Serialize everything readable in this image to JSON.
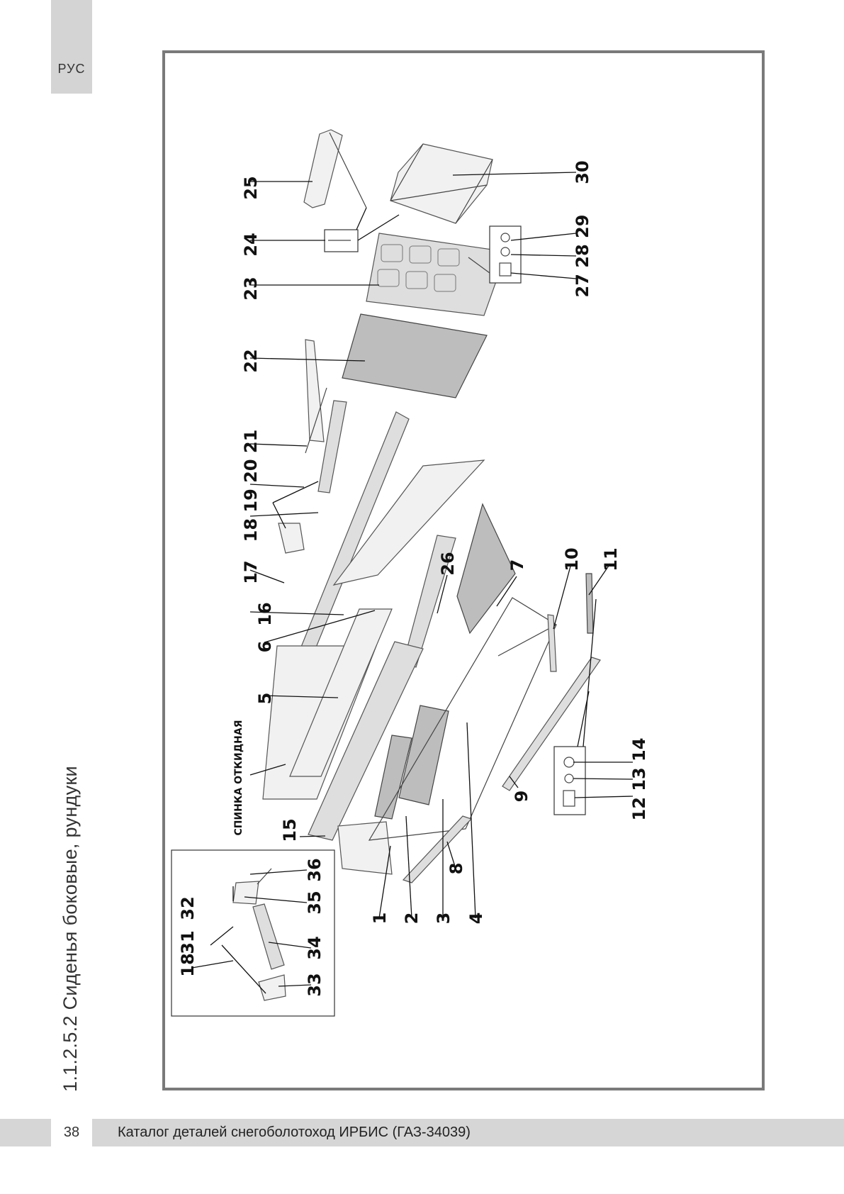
{
  "header": {
    "lang": "РУС"
  },
  "section": {
    "title": "1.1.2.5.2 Сиденья боковые, рундуки"
  },
  "diagram": {
    "caption": "СПИНКА ОТКИДНАЯ",
    "callouts": {
      "c1": "1",
      "c2": "2",
      "c3": "3",
      "c4": "4",
      "c5": "5",
      "c6": "6",
      "c7": "7",
      "c8": "8",
      "c9": "9",
      "c10": "10",
      "c11": "11",
      "c12_14": "12 13 14",
      "c15": "15",
      "c16": "16",
      "c17": "17",
      "c18_21": "18 19 20 21",
      "c22": "22",
      "c23": "23",
      "c24": "24",
      "c25": "25",
      "c26": "26",
      "c27_29": "27 28 29",
      "c30": "30",
      "c18b": "18",
      "c31": "31",
      "c32": "32",
      "c33": "33",
      "c34": "34",
      "c35": "35",
      "c36": "36"
    }
  },
  "footer": {
    "page_number": "38",
    "catalog_title": "Каталог деталей снегоболотоход ИРБИС (ГАЗ-34039)"
  }
}
